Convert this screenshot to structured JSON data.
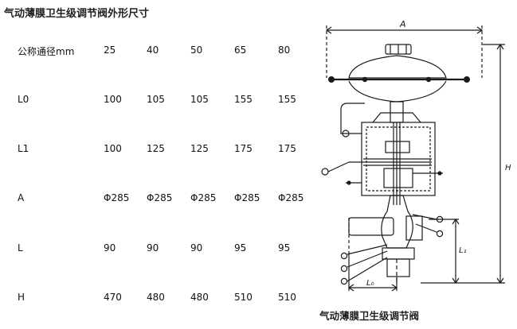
{
  "title": "气动薄膜卫生级调节阀外形尺寸",
  "table": {
    "rows": [
      {
        "label": "公称通径mm",
        "values": [
          "25",
          "40",
          "50",
          "65",
          "80"
        ]
      },
      {
        "label": "L0",
        "values": [
          "100",
          "105",
          "105",
          "155",
          "155"
        ]
      },
      {
        "label": "L1",
        "values": [
          "100",
          "125",
          "125",
          "175",
          "175"
        ]
      },
      {
        "label": "A",
        "values": [
          "Φ285",
          "Φ285",
          "Φ285",
          "Φ285",
          "Φ285"
        ]
      },
      {
        "label": "L",
        "values": [
          "90",
          "90",
          "90",
          "95",
          "95"
        ]
      },
      {
        "label": "H",
        "values": [
          "470",
          "480",
          "480",
          "510",
          "510"
        ]
      }
    ]
  },
  "drawing": {
    "dim_top": "A",
    "dim_side": "H",
    "dim_l1": "L₁",
    "dim_bottom": "L₀"
  },
  "caption": "气动薄膜卫生级调节阀"
}
